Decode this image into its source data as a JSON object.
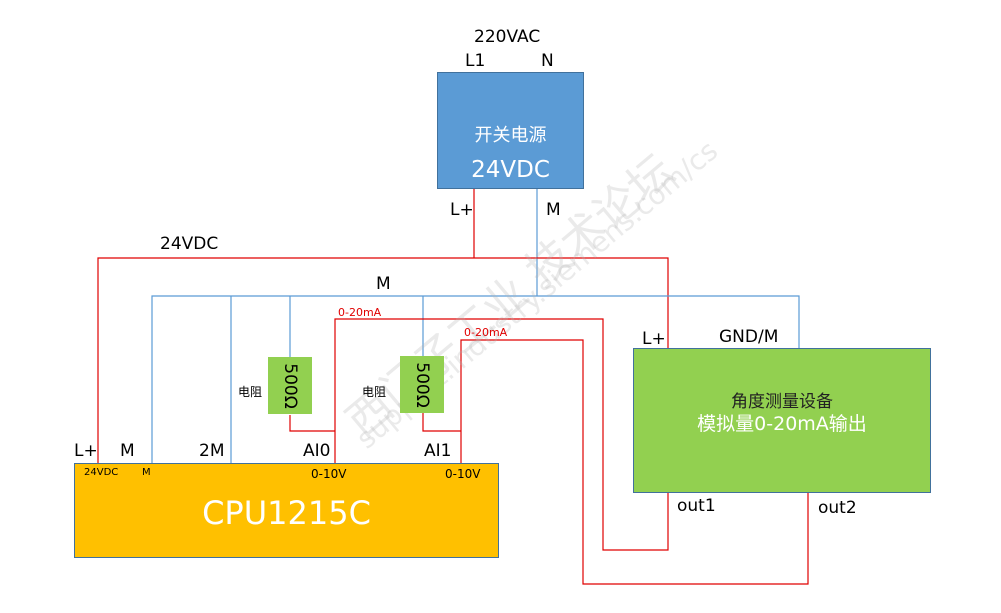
{
  "power_input": {
    "label": "220VAC",
    "l1": "L1",
    "n": "N"
  },
  "power_supply": {
    "title": "开关电源",
    "voltage": "24VDC",
    "out_plus": "L+",
    "out_minus": "M",
    "color": "#5b9bd5"
  },
  "bus": {
    "supply_label": "24VDC",
    "ground_label": "M",
    "supply_color": "#e00000",
    "ground_color": "#5b9bd5"
  },
  "resistors": [
    {
      "value": "500Ω",
      "caption": "电阻"
    },
    {
      "value": "500Ω",
      "caption": "电阻"
    }
  ],
  "current_loops": [
    {
      "label": "0-20mA"
    },
    {
      "label": "0-20mA"
    }
  ],
  "cpu": {
    "name": "CPU1215C",
    "color": "#ffc000",
    "terminals": {
      "lplus": "L+",
      "m": "M",
      "m2": "2M",
      "ai0": "AI0",
      "ai1": "AI1"
    },
    "inner_labels": {
      "supply": "24VDC",
      "m": "M",
      "ai0_range": "0-10V",
      "ai1_range": "0-10V"
    }
  },
  "device": {
    "title": "角度测量设备",
    "subtitle": "模拟量0-20mA输出",
    "color": "#92d050",
    "terminals": {
      "lplus": "L+",
      "gnd": "GND/M",
      "out1": "out1",
      "out2": "out2"
    }
  },
  "watermark": {
    "text_cn": "西门子工业 技术论坛",
    "text_url": "support.industry.siemens.com/cs"
  }
}
